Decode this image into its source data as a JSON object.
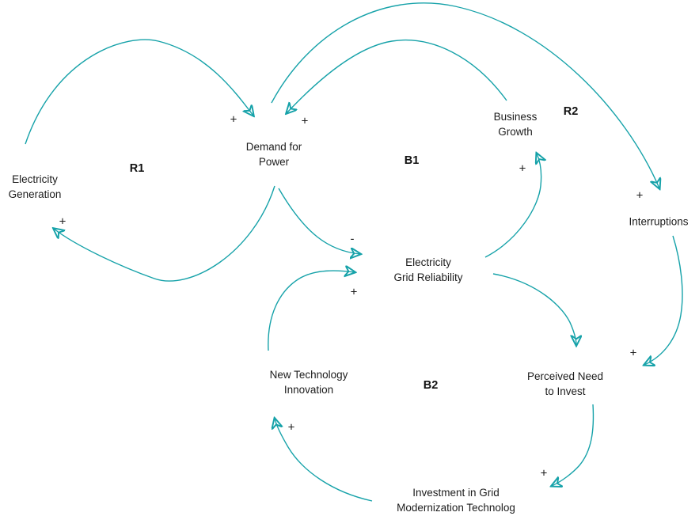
{
  "diagram": {
    "type": "causal-loop-diagram",
    "background_color": "#ffffff",
    "arrow_color": "#16a2a9",
    "text_color": "#1c1c1c",
    "nodes": [
      {
        "id": "electricity-generation",
        "label": "Electricity\nGeneration"
      },
      {
        "id": "demand-for-power",
        "label": "Demand for\nPower"
      },
      {
        "id": "business-growth",
        "label": "Business\nGrowth"
      },
      {
        "id": "interruptions",
        "label": "Interruptions"
      },
      {
        "id": "electricity-grid-reliability",
        "label": "Electricity\nGrid Reliability"
      },
      {
        "id": "new-technology-innovation",
        "label": "New Technology\nInnovation"
      },
      {
        "id": "perceived-need-to-invest",
        "label": "Perceived Need\nto Invest"
      },
      {
        "id": "investment-grid-modernization",
        "label": "Investment in Grid\nModernization Technolog"
      }
    ],
    "loops": [
      {
        "id": "R1",
        "label": "R1"
      },
      {
        "id": "B1",
        "label": "B1"
      },
      {
        "id": "R2",
        "label": "R2"
      },
      {
        "id": "B2",
        "label": "B2"
      }
    ],
    "edges": [
      {
        "from": "electricity-generation",
        "to": "demand-for-power",
        "sign": "+"
      },
      {
        "from": "business-growth",
        "to": "demand-for-power",
        "sign": "+"
      },
      {
        "from": "demand-for-power",
        "to": "interruptions",
        "sign": "+"
      },
      {
        "from": "demand-for-power",
        "to": "electricity-generation",
        "sign": "+"
      },
      {
        "from": "demand-for-power",
        "to": "electricity-grid-reliability",
        "sign": "-"
      },
      {
        "from": "new-technology-innovation",
        "to": "electricity-grid-reliability",
        "sign": "+"
      },
      {
        "from": "electricity-grid-reliability",
        "to": "business-growth",
        "sign": "+"
      },
      {
        "from": "electricity-grid-reliability",
        "to": "perceived-need-to-invest",
        "sign": ""
      },
      {
        "from": "interruptions",
        "to": "perceived-need-to-invest",
        "sign": "+"
      },
      {
        "from": "perceived-need-to-invest",
        "to": "investment-grid-modernization",
        "sign": "+"
      },
      {
        "from": "investment-grid-modernization",
        "to": "new-technology-innovation",
        "sign": "+"
      }
    ]
  }
}
